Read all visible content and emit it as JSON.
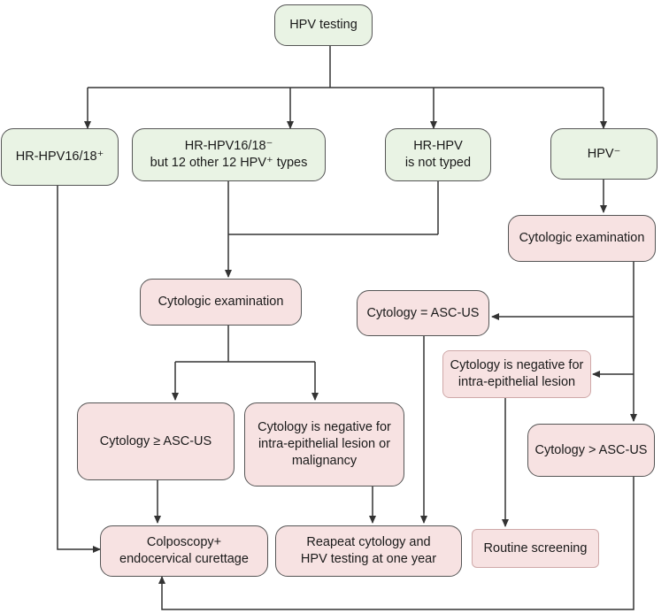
{
  "nodes": {
    "hpv_testing": "HPV testing",
    "hr_hpv_16_18_pos": "HR-HPV16/18⁺",
    "hr_hpv_16_18_neg": "HR-HPV16/18⁻\nbut 12 other 12 HPV⁺ types",
    "hr_hpv_not_typed": "HR-HPV\nis not typed",
    "hpv_neg": "HPV⁻",
    "cyto_exam_right": "Cytologic examination",
    "cyto_exam_left": "Cytologic examination",
    "cyto_eq_ascus": "Cytology = ASC-US",
    "cyto_neg_right": "Cytology is negative for\nintra-epithelial lesion",
    "cyto_ge_ascus": "Cytology ≥ ASC-US",
    "cyto_neg_left": "Cytology is negative for\nintra-epithelial lesion or\nmalignancy",
    "cyto_gt_ascus": "Cytology > ASC-US",
    "colposcopy": "Colposcopy+\nendocervical curettage",
    "repeat": "Reapeat cytology and\nHPV testing at one year",
    "routine": "Routine screening"
  },
  "colors": {
    "green_fill": "#e9f3e4",
    "pink_fill": "#f7e2e2",
    "line": "#333333"
  }
}
